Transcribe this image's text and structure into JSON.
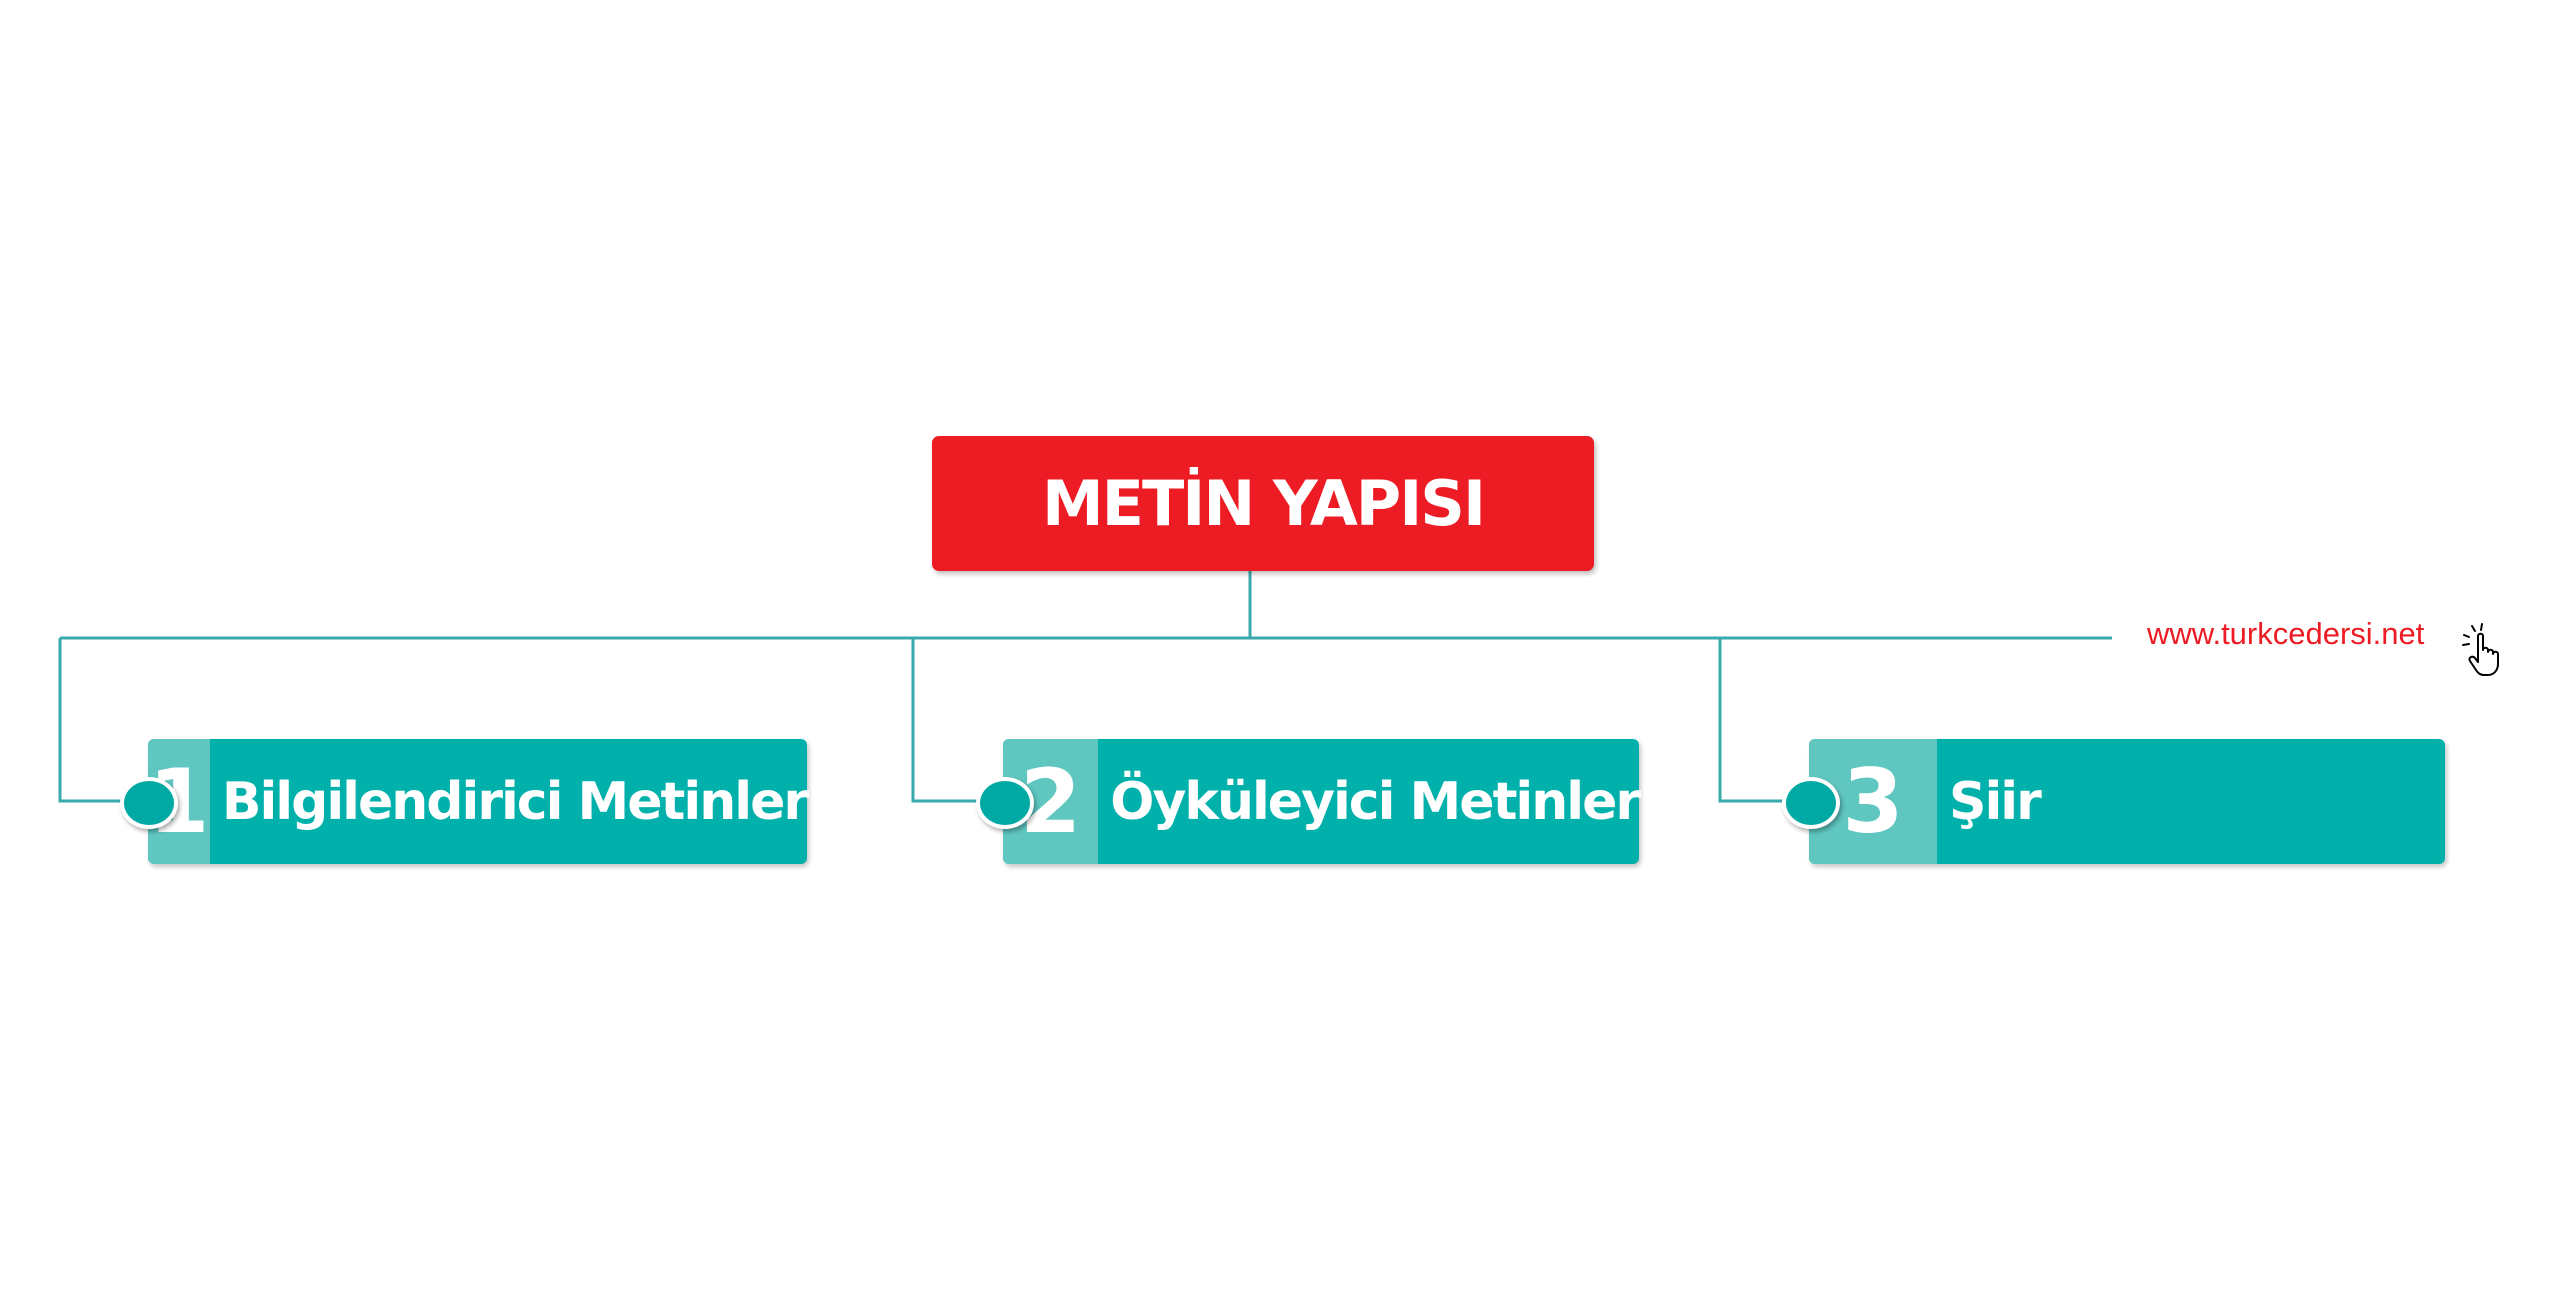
{
  "diagram": {
    "title": "METİN YAPISI",
    "items": [
      {
        "number": "1",
        "label": "Bilgilendirici Metinler"
      },
      {
        "number": "2",
        "label": "Öyküleyici Metinler"
      },
      {
        "number": "3",
        "label": "Şiir"
      }
    ]
  },
  "watermark": {
    "site": "www.turkcedersi.net",
    "icon": "hand-pointer-icon"
  },
  "colors": {
    "title_bg": "#ed1c24",
    "item_bg": "#00b0ab",
    "number_bg": "#5fc6c0",
    "connector": "#3aa9ad",
    "link": "#ed1c24"
  }
}
